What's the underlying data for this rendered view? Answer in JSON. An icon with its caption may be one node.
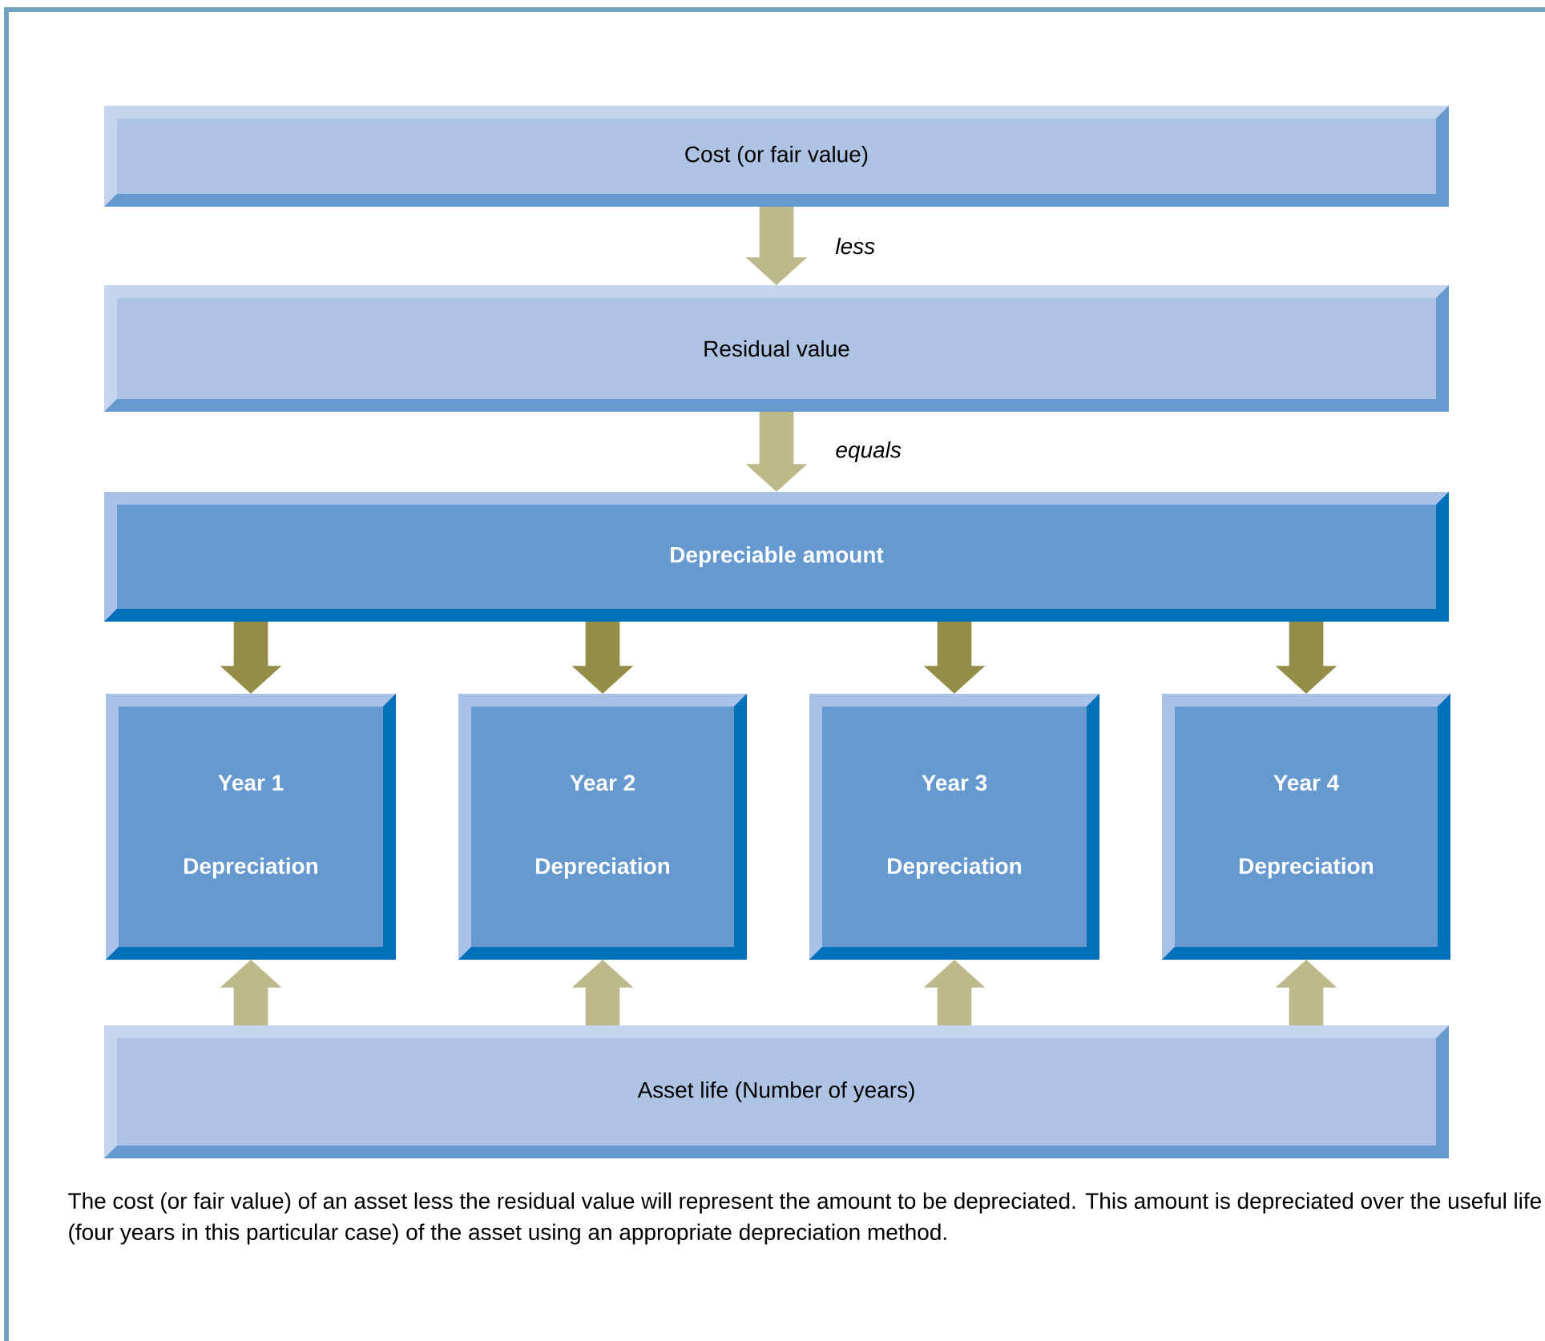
{
  "diagram": {
    "caption": "The cost (or fair value) of an asset less the residual value will represent the amount to be depreciated. This amount is depreciated over the useful life (four years in this particular case) of the asset using an appropriate depreciation method.",
    "nodes": [
      {
        "text": [
          "Cost (or fair value)"
        ]
      },
      {
        "text": [
          "Residual value"
        ]
      },
      {
        "text": [
          "Depreciable amount"
        ]
      },
      {
        "text": [
          "Year 1",
          "Depreciation"
        ]
      },
      {
        "text": [
          "Year 2",
          "Depreciation"
        ]
      },
      {
        "text": [
          "Year 3",
          "Depreciation"
        ]
      },
      {
        "text": [
          "Year 4",
          "Depreciation"
        ]
      },
      {
        "text": [
          "Asset life (Number of years)"
        ]
      }
    ],
    "edges": [
      {
        "from": 0,
        "to": 1,
        "arrow": "to",
        "label": "less"
      },
      {
        "from": 1,
        "to": 2,
        "arrow": "to",
        "label": "equals"
      },
      {
        "from": 2,
        "to": 3,
        "arrow": "to",
        "color": "#948d48"
      },
      {
        "from": 2,
        "to": 4,
        "arrow": "to",
        "color": "#948d48"
      },
      {
        "from": 2,
        "to": 5,
        "arrow": "to",
        "color": "#948d48"
      },
      {
        "from": 2,
        "to": 6,
        "arrow": "to",
        "color": "#948d48"
      },
      {
        "from": 7,
        "to": 3,
        "arrow": "to"
      },
      {
        "from": 7,
        "to": 4,
        "arrow": "to"
      },
      {
        "from": 7,
        "to": 5,
        "arrow": "to"
      },
      {
        "from": 7,
        "to": 6,
        "arrow": "to"
      }
    ]
  }
}
